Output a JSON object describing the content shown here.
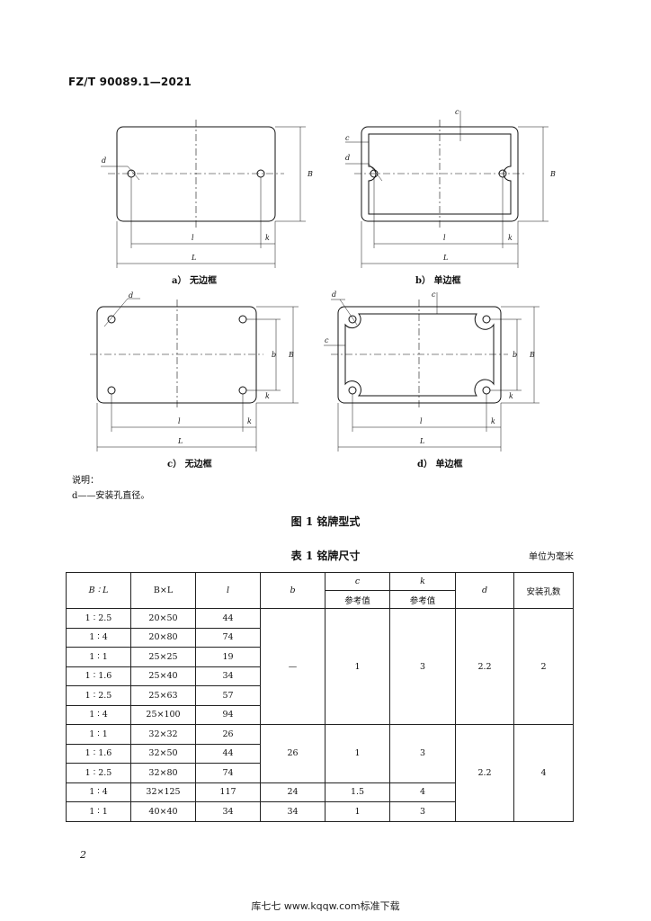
{
  "header": {
    "standard_number": "FZ/T 90089.1—2021"
  },
  "figure": {
    "panels": [
      {
        "id": "a",
        "caption": "a） 无边框"
      },
      {
        "id": "b",
        "caption": "b） 单边框"
      },
      {
        "id": "c",
        "caption": "c） 无边框"
      },
      {
        "id": "d",
        "caption": "d） 单边框"
      }
    ],
    "dim_labels": {
      "d": "d",
      "c": "c",
      "l": "l",
      "L": "L",
      "k": "k",
      "b": "b",
      "B": "B"
    },
    "note_title": "说明：",
    "note_line": "d——安装孔直径。",
    "title": "图 1   铭牌型式"
  },
  "table": {
    "title": "表 1   铭牌尺寸",
    "unit": "单位为毫米",
    "headers": {
      "ratio": "B ∶ L",
      "size": "B×L",
      "l": "l",
      "b": "b",
      "c": "c",
      "c_sub": "参考值",
      "k": "k",
      "k_sub": "参考值",
      "d": "d",
      "holes": "安装孔数"
    },
    "rows": [
      {
        "ratio": "1 ∶ 2.5",
        "size": "20×50",
        "l": "44"
      },
      {
        "ratio": "1 ∶ 4",
        "size": "20×80",
        "l": "74"
      },
      {
        "ratio": "1 ∶ 1",
        "size": "25×25",
        "l": "19"
      },
      {
        "ratio": "1 ∶ 1.6",
        "size": "25×40",
        "l": "34"
      },
      {
        "ratio": "1 ∶ 2.5",
        "size": "25×63",
        "l": "57"
      },
      {
        "ratio": "1 ∶ 4",
        "size": "25×100",
        "l": "94"
      },
      {
        "ratio": "1 ∶ 1",
        "size": "32×32",
        "l": "26"
      },
      {
        "ratio": "1 ∶ 1.6",
        "size": "32×50",
        "l": "44"
      },
      {
        "ratio": "1 ∶ 2.5",
        "size": "32×80",
        "l": "74"
      },
      {
        "ratio": "1 ∶ 4",
        "size": "32×125",
        "l": "117"
      },
      {
        "ratio": "1 ∶ 1",
        "size": "40×40",
        "l": "34"
      }
    ],
    "group1": {
      "b": "—",
      "c": "1",
      "k": "3",
      "d": "2.2",
      "holes": "2"
    },
    "group2": {
      "b": "26",
      "c": "1",
      "k": "3"
    },
    "row10": {
      "b": "24",
      "c": "1.5",
      "k": "4"
    },
    "row11": {
      "b": "34",
      "c": "1",
      "k": "3"
    },
    "group2_d": "2.2",
    "group2_holes": "4"
  },
  "page_number": "2",
  "footer": "库七七 www.kqqw.com标准下载"
}
